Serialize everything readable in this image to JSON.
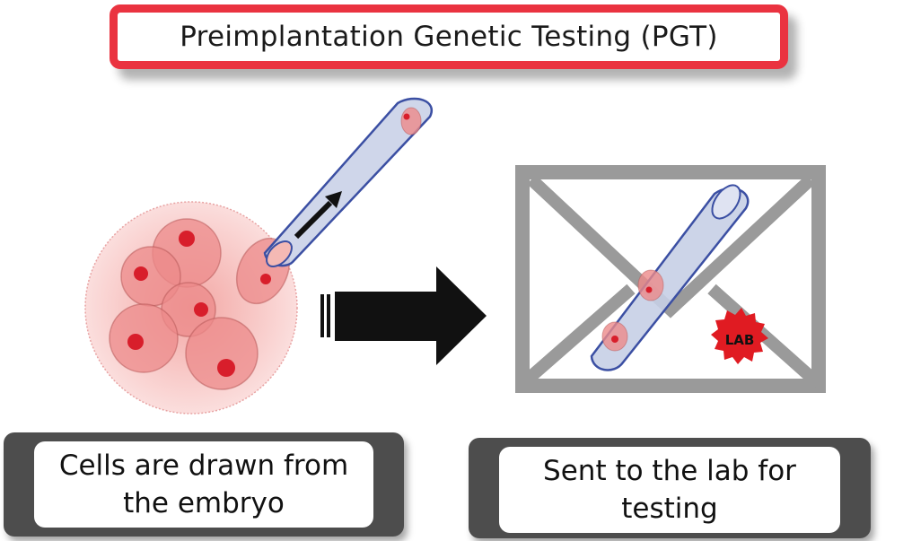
{
  "title": "Preimplantation Genetic Testing (PGT)",
  "captions": {
    "left": "Cells are drawn from the embryo",
    "right": "Sent to the lab for testing"
  },
  "lab_stamp": "LAB",
  "colors": {
    "title_border": "#ea3340",
    "embryo_fill": "#f6c7c4",
    "cell_fill": "#ec8a8a",
    "nucleus": "#d81e2b",
    "pipette_fill": "#c7cfe6",
    "pipette_stroke": "#3b4fa3",
    "envelope": "#9a9a9a",
    "caption_frame": "#4d4d4d",
    "stamp": "#e01b22"
  }
}
